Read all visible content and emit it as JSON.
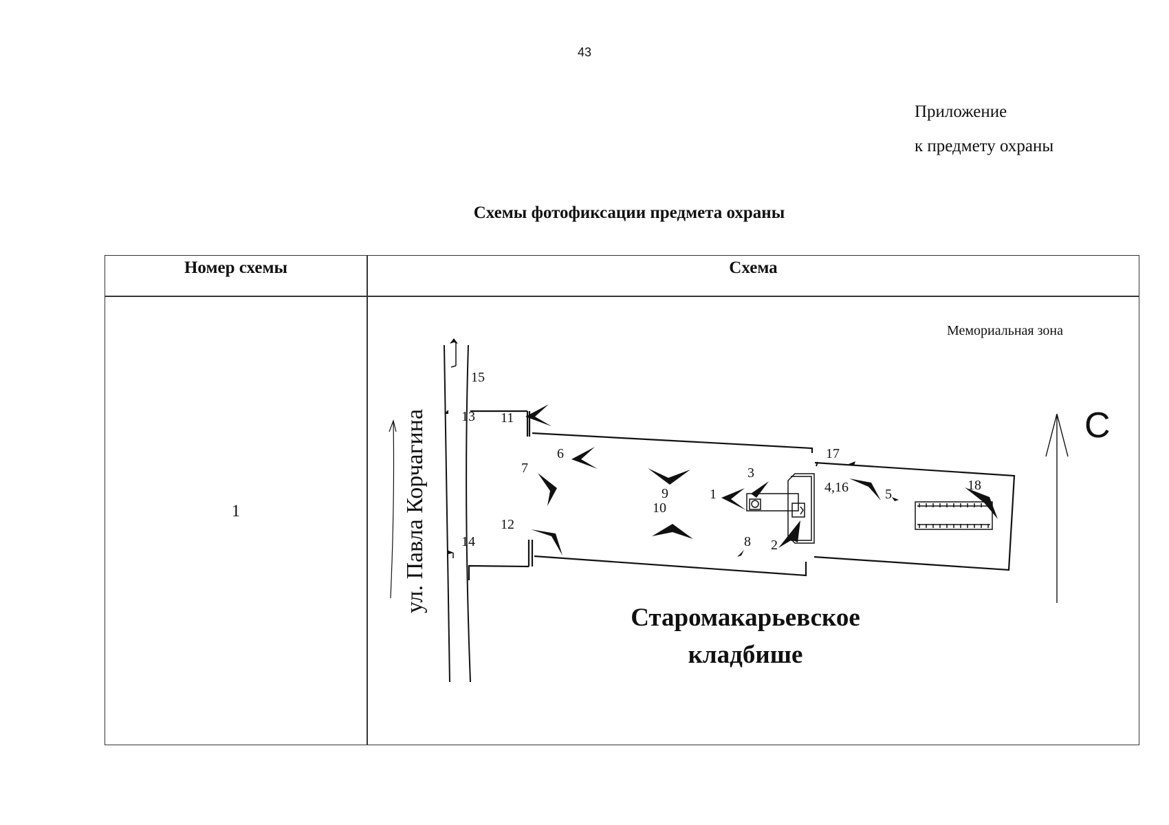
{
  "page_number": "43",
  "appendix": {
    "line1": "Приложение",
    "line2": "к предмету охраны"
  },
  "title": "Схемы фотофиксации предмета охраны",
  "table": {
    "headers": [
      "Номер схемы",
      "Схема"
    ],
    "rows": [
      {
        "number": "1"
      }
    ]
  },
  "scheme": {
    "zone_label": "Мемориальная зона",
    "street_label": "ул. Павла Корчагина",
    "cemetery_label_line1": "Старомакарьевское",
    "cemetery_label_line2": "кладбише",
    "north_label": "С",
    "photo_points": [
      "1",
      "2",
      "3",
      "4,16",
      "5",
      "6",
      "7",
      "8",
      "9",
      "10",
      "11",
      "12",
      "13",
      "14",
      "15",
      "17",
      "18"
    ]
  }
}
